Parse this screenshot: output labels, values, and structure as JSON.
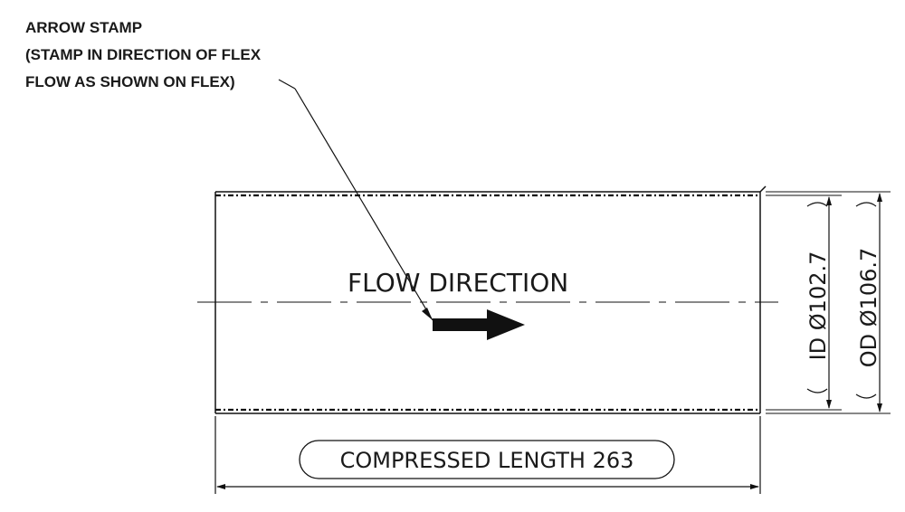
{
  "note": {
    "lines": [
      "ARROW STAMP",
      "(STAMP IN DIRECTION OF FLEX",
      "FLOW AS SHOWN ON FLEX)"
    ]
  },
  "flow_label": "FLOW DIRECTION",
  "dimensions": {
    "length": "COMPRESSED LENGTH 263",
    "id": "ID  Ø102.7",
    "od": "OD  Ø106.7"
  },
  "colors": {
    "ink": "#111111",
    "background": "#ffffff"
  }
}
